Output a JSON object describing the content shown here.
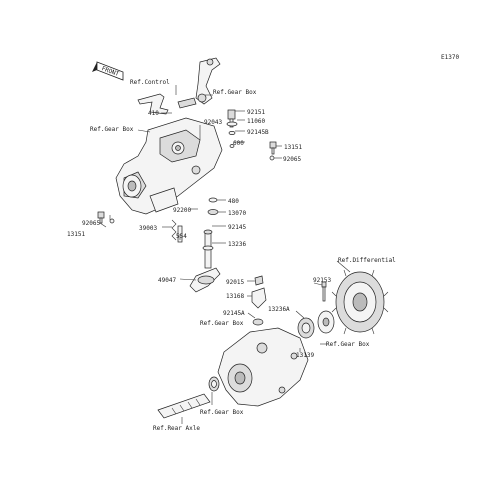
{
  "diagram_code": "E1370",
  "front_marker": "FRONT",
  "labels": {
    "ref_control": "Ref.Control",
    "ref_gear_box": "Ref.Gear Box",
    "ref_differential": "Ref.Differential",
    "ref_rear_axle": "Ref.Rear Axle"
  },
  "part_numbers": {
    "p92151": "92151",
    "p11060": "11060",
    "p92145b": "92145B",
    "p600": "600",
    "p92043": "92043",
    "p410": "410",
    "p13151": "13151",
    "p92065": "92065",
    "p480": "480",
    "p13070": "13070",
    "p92200": "92200",
    "p39003": "39003",
    "p554": "554",
    "p92145": "92145",
    "p13236": "13236",
    "p49047": "49047",
    "p92015": "92015",
    "p13168": "13168",
    "p92145a": "92145A",
    "p13236a": "13236A",
    "p92153": "92153",
    "p13139": "13139"
  }
}
